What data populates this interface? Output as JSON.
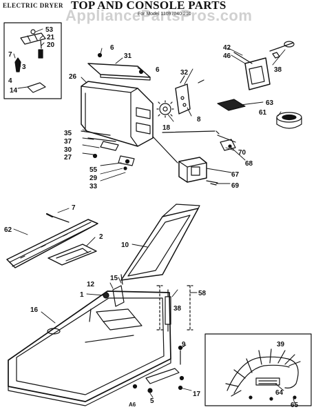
{
  "header": {
    "small_title": "ELECTRIC DRYER",
    "big_title": "TOP AND CONSOLE PARTS",
    "subtitle": "For Model 11097040 210",
    "watermark": "AppliancePartsPros.com"
  },
  "footer_code": "A6",
  "part_numbers": {
    "p1": "1",
    "p2": "2",
    "p3": "3",
    "p4": "4",
    "p5": "5",
    "p6a": "6",
    "p6b": "6",
    "p7a": "7",
    "p7b": "7",
    "p8": "8",
    "p9": "9",
    "p10": "10",
    "p12": "12",
    "p14": "14",
    "p15": "15",
    "p16": "16",
    "p17": "17",
    "p18": "18",
    "p20": "20",
    "p21": "21",
    "p26": "26",
    "p27": "27",
    "p29": "29",
    "p30": "30",
    "p31": "31",
    "p32": "32",
    "p33": "33",
    "p35": "35",
    "p37": "37",
    "p38a": "38",
    "p38b": "38",
    "p39": "39",
    "p42": "42",
    "p46": "46",
    "p53": "53",
    "p55": "55",
    "p58": "58",
    "p61": "61",
    "p62": "62",
    "p63": "63",
    "p64": "64",
    "p65": "65",
    "p67": "67",
    "p68": "68",
    "p69": "69",
    "p70": "70"
  },
  "colors": {
    "ink": "#111111",
    "paper": "#ffffff",
    "watermark": "#7a7a7a"
  }
}
